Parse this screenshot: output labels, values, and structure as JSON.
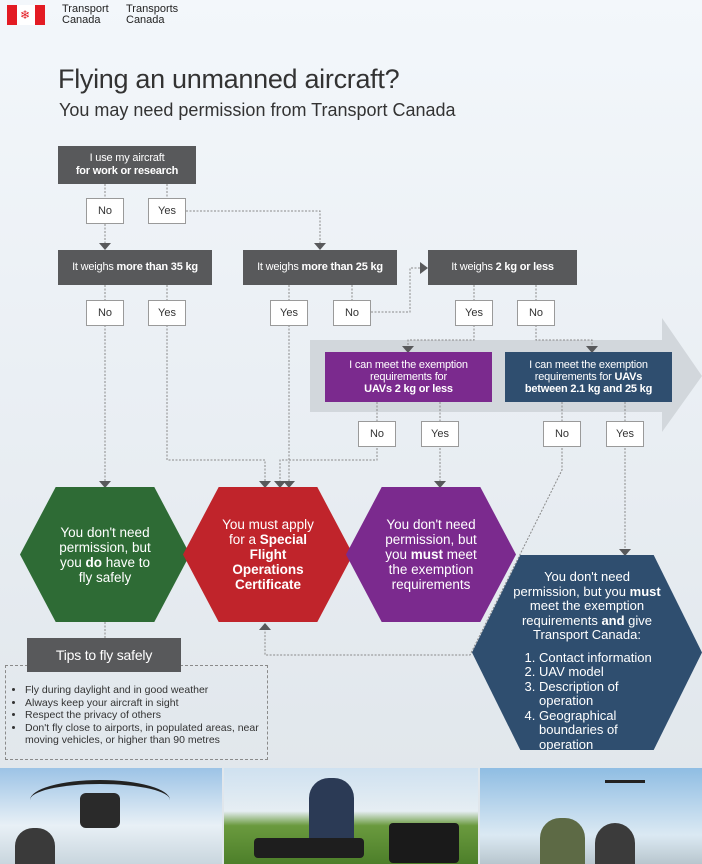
{
  "header": {
    "dept_en_1": "Transport",
    "dept_en_2": "Canada",
    "dept_fr_1": "Transports",
    "dept_fr_2": "Canada"
  },
  "title": "Flying an unmanned aircraft?",
  "subtitle": "You may need permission from Transport Canada",
  "q1": {
    "line1": "I use my aircraft",
    "line2": "for work or research"
  },
  "q35": {
    "pre": "It weighs ",
    "bold": "more than 35 kg"
  },
  "q25": {
    "pre": "It weighs ",
    "bold": "more than 25 kg"
  },
  "q2": {
    "pre": "It weighs ",
    "bold": "2 kg or less"
  },
  "q_ex2": {
    "line1": "I can meet the exemption",
    "line2": "requirements for",
    "bold": "UAVs 2 kg or less"
  },
  "q_ex25": {
    "line1": "I can meet the exemption",
    "line2": "requirements for ",
    "bold1": "UAVs",
    "bold2": "between 2.1 kg and 25 kg"
  },
  "no": "No",
  "yes": "Yes",
  "out_green": {
    "t1": "You don't need permission, but you ",
    "b": "do",
    "t2": " have to fly safely"
  },
  "out_red": {
    "t1": "You must apply for a ",
    "b": "Special Flight Operations Certificate"
  },
  "out_purple": {
    "t1": "You don't need permission, but you ",
    "b": "must",
    "t2": " meet the exemption requirements"
  },
  "out_navy": {
    "t1": "You don't need permission, but you ",
    "b1": "must",
    "t2": " meet the exemption requirements ",
    "b2": "and",
    "t3": " give Transport Canada:",
    "items": [
      "Contact information",
      "UAV model",
      "Description of operation",
      "Geographical boundaries of operation"
    ]
  },
  "tips": {
    "title": "Tips to fly safely",
    "items": [
      "Fly during daylight and in good weather",
      "Always keep your aircraft in sight",
      "Respect the privacy of others",
      "Don't fly close to airports, in populated areas, near moving vehicles, or higher than 90 metres"
    ]
  },
  "colors": {
    "green": "#2e6b35",
    "red": "#c0242b",
    "purple": "#7b2a8e",
    "navy": "#2f4e6f",
    "gray": "#58595b"
  }
}
